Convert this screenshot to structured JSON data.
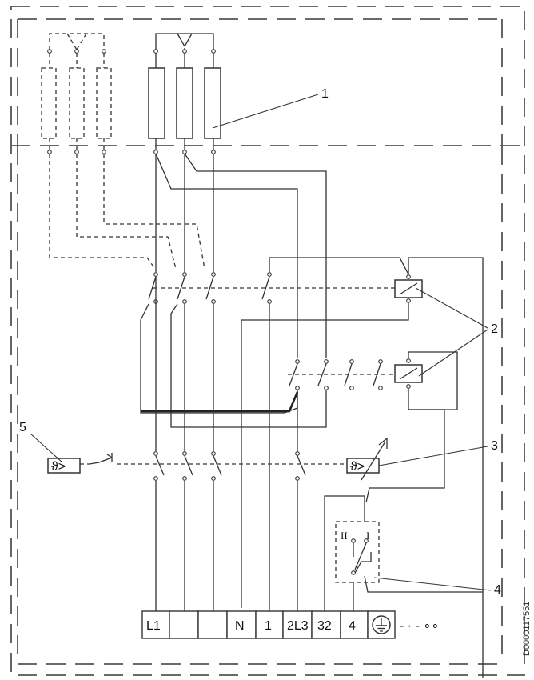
{
  "callouts": {
    "c1": "1",
    "c2": "2",
    "c3": "3",
    "c4": "4",
    "c5": "5"
  },
  "terminals": [
    "L1",
    "",
    "",
    "N",
    "1",
    "2L3",
    "32",
    "4"
  ],
  "earth_symbol": "earth-icon",
  "selector_labels": {
    "pos2": "II",
    "pos1": "I"
  },
  "sensor_symbol": "ϑ>",
  "trailing_contacts": "- · - ∘∘",
  "document_id": "D0000117551"
}
